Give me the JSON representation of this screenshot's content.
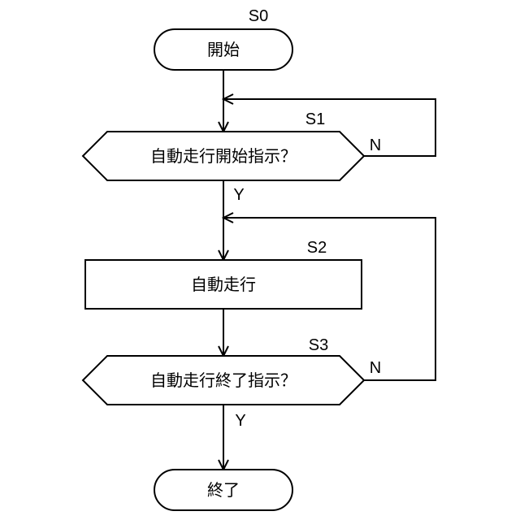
{
  "steps": {
    "s0": {
      "id": "S0",
      "text": "開始"
    },
    "s1": {
      "id": "S1",
      "text": "自動走行開始指示？"
    },
    "s2": {
      "id": "S2",
      "text": "自動走行"
    },
    "s3": {
      "id": "S3",
      "text": "自動走行終了指示？"
    },
    "end": {
      "text": "終了"
    }
  },
  "branches": {
    "s1_yes": "Y",
    "s1_no": "N",
    "s3_yes": "Y",
    "s3_no": "N"
  }
}
